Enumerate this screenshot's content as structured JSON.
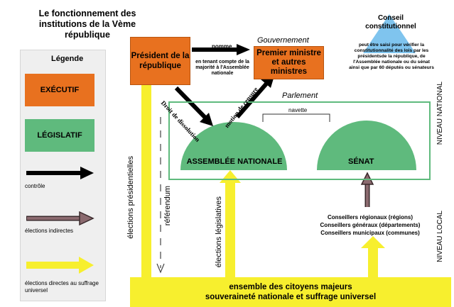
{
  "title": "Le fonctionnement des institutions de la Vème république",
  "legend": {
    "heading": "Légende",
    "executif": "EXÉCUTIF",
    "legislatif": "LÉGISLATIF",
    "controle": "contrôle",
    "elections_indirectes": "élections indirectes",
    "elections_directes": "élections directes au suffrage universel"
  },
  "president": "Président de la république",
  "gouvernement_label": "Gouvernement",
  "premier_ministre": "Premier ministre et autres ministres",
  "nomme": "nomme",
  "nomme_note": "en tenant compte de la majorité à l'Assemblée nationale",
  "dissolution": "Droit de dissolution",
  "censure": "motion de censure",
  "parlement_label": "Parlement",
  "navette": "navette",
  "assemblee": "ASSEMBLÉE NATIONALE",
  "senat": "SÉNAT",
  "conseil": {
    "title": "Conseil constitutionnel",
    "text": "peut être saisi pour vérifier la constitutionnalité des lois par les présidentsde la république, de l'Assemblée nationale ou du sénat ainsi que par 60 députés ou sénateurs"
  },
  "elections_presidentielles": "élections présidentielles",
  "referendum": "référendum",
  "elections_legislatives": "élections législatives",
  "conseillers": [
    "Conseillers régionaux (régions)",
    "Conseillers généraux  (départements)",
    "Conseillers municipaux (communes)"
  ],
  "citoyens_line1": "ensemble des citoyens majeurs",
  "citoyens_line2": "souveraineté nationale et suffrage universel",
  "niveau_national": "NIVEAU NATIONAL",
  "niveau_local": "NIVEAU LOCAL",
  "colors": {
    "executif": "#e8711f",
    "legislatif": "#5fba7d",
    "suffrage": "#f7ef2e",
    "indirect": "#8b6a6f",
    "conseil": "#7fc4ee"
  }
}
